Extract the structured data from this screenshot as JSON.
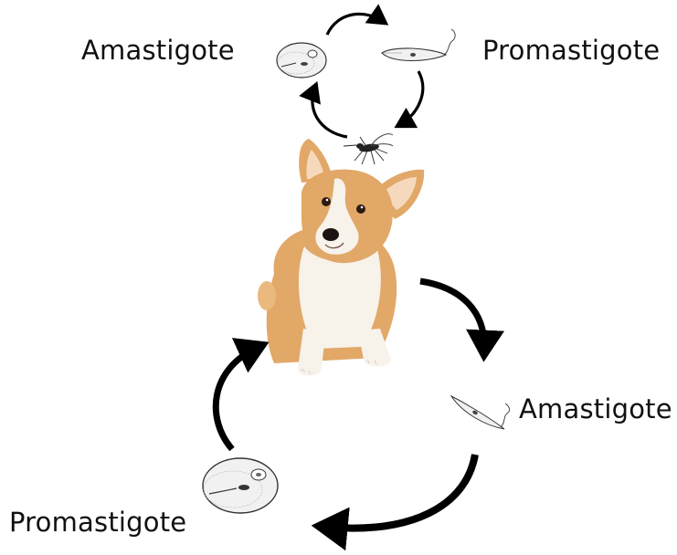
{
  "labels": {
    "top_left": "Amastigote",
    "top_right": "Promastigote",
    "right": "Amastigote",
    "bottom_left": "Promastigote"
  },
  "colors": {
    "arrow": "#000000",
    "corgi_fur": "#e2a868",
    "corgi_white": "#f7f2ea",
    "cell_outline": "#333333"
  },
  "icons": {
    "vector": "sandfly-icon",
    "host": "corgi-dog",
    "round_cell": "amastigote-cell-icon",
    "flagellated_cell": "promastigote-cell-icon"
  }
}
